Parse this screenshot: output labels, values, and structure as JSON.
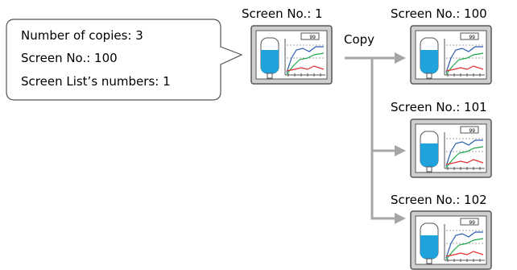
{
  "callout": {
    "lines": [
      "Number of copies: 3",
      "Screen No.: 100",
      "Screen List’s numbers: 1"
    ]
  },
  "source": {
    "label": "Screen No.: 1"
  },
  "arrow_label": "Copy",
  "copies": [
    {
      "label": "Screen No.: 100"
    },
    {
      "label": "Screen No.: 101"
    },
    {
      "label": "Screen No.: 102"
    }
  ],
  "screen_display_value": "99",
  "colors": {
    "arrow": "#a6a6a6",
    "screen_frame": "#555555",
    "screen_bezel": "#cfcfcf",
    "tank": "#1fa3dc",
    "line_blue": "#2a5db0",
    "line_green": "#1aa84b",
    "line_red": "#e03030"
  }
}
